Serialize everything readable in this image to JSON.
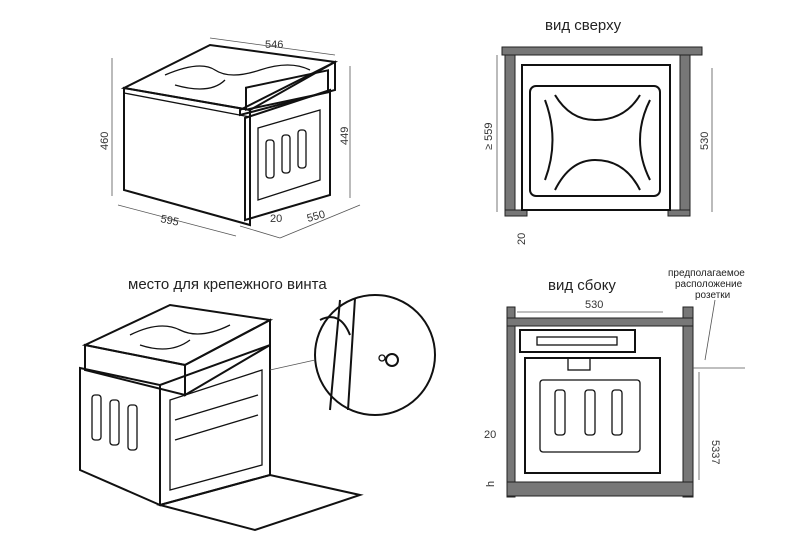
{
  "titles": {
    "top_view": "вид сверху",
    "side_view": "вид сбоку",
    "screw_location": "место для крепежного винта"
  },
  "socket_note": [
    "предполагаемое",
    "расположение",
    "розетки"
  ],
  "dimensions": {
    "iso": {
      "top_width": "546",
      "height": "460",
      "front_height": "449",
      "width": "595",
      "door": "20",
      "depth": "550"
    },
    "top": {
      "niche_depth": "≥ 559",
      "depth": "530",
      "gap": "20"
    },
    "side": {
      "depth": "530",
      "gap": "20",
      "height": "5337",
      "h": "h"
    }
  }
}
